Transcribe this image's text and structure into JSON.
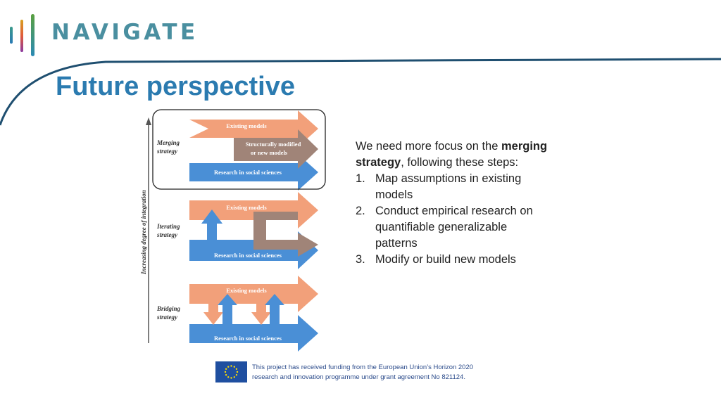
{
  "brand": {
    "name": "NAVIGATE"
  },
  "slide": {
    "title": "Future perspective"
  },
  "diagram": {
    "axis_label": "Increasing degree of integration",
    "existing_models": "Existing models",
    "research": "Research in social sciences",
    "modified_line1": "Structurally modified",
    "modified_line2": "or new models",
    "strategies": [
      {
        "line1": "Merging",
        "line2": "strategy"
      },
      {
        "line1": "Iterating",
        "line2": "strategy"
      },
      {
        "line1": "Bridging",
        "line2": "strategy"
      }
    ],
    "highlighted_strategy": "Merging strategy"
  },
  "body": {
    "intro_prefix": "We need more focus on the ",
    "intro_bold": "merging strategy",
    "intro_suffix": ", following these steps:",
    "steps": [
      {
        "num": "1.",
        "text": "Map assumptions in existing models"
      },
      {
        "num": "2.",
        "text": "Conduct empirical research on quantifiable generalizable patterns"
      },
      {
        "num": "3.",
        "text": "Modify or build new models"
      }
    ]
  },
  "footer": {
    "line1": "This project has received funding from the European Union’s Horizon 2020",
    "line2": "research and innovation programme under grant agreement No 821124."
  },
  "colors": {
    "title": "#2b7bb0",
    "logo_text": "#4a8fa0",
    "orange_arrow": "#f2a07a",
    "blue_arrow": "#4a8fd6",
    "brown_arrow": "#a08478",
    "eu_flag": "#1f4fa0",
    "swoosh": "#1f4f70"
  }
}
